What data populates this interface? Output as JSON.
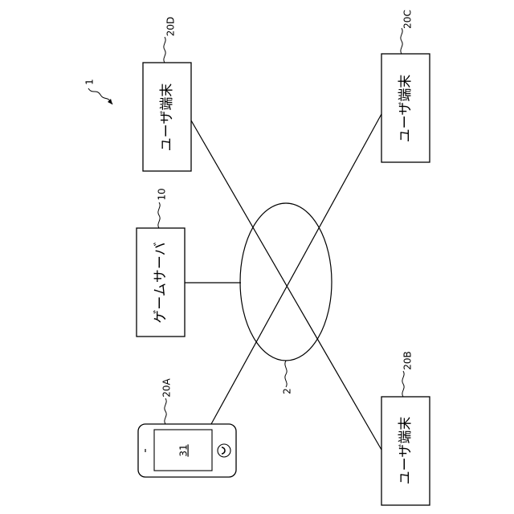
{
  "figure_ref": "1",
  "network": {
    "ref": "2"
  },
  "game_server": {
    "ref": "10",
    "label": "ゲームサーバ"
  },
  "terminals": [
    {
      "id": "20A",
      "ref": "20A",
      "screen_ref": "31"
    },
    {
      "id": "20B",
      "ref": "20B",
      "label": "ユーザ端末"
    },
    {
      "id": "20C",
      "ref": "20C",
      "label": "ユーザ端末"
    },
    {
      "id": "20D",
      "ref": "20D",
      "label": "ユーザ端末"
    }
  ]
}
